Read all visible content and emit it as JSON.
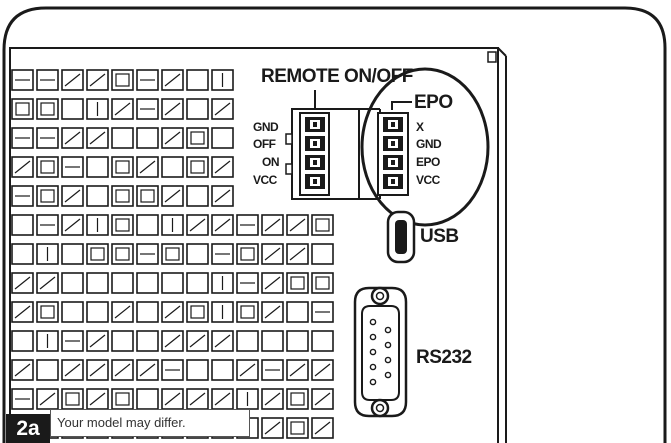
{
  "diagram": {
    "remote_title": "REMOTE ON/OFF",
    "remote_pins": [
      "GND",
      "OFF",
      "ON",
      "VCC"
    ],
    "epo_title": "EPO",
    "epo_pins": [
      "X",
      "GND",
      "EPO",
      "VCC"
    ],
    "usb_label": "USB",
    "rs232_label": "RS232",
    "figure_id": "2a",
    "note": "Your model may differ."
  }
}
